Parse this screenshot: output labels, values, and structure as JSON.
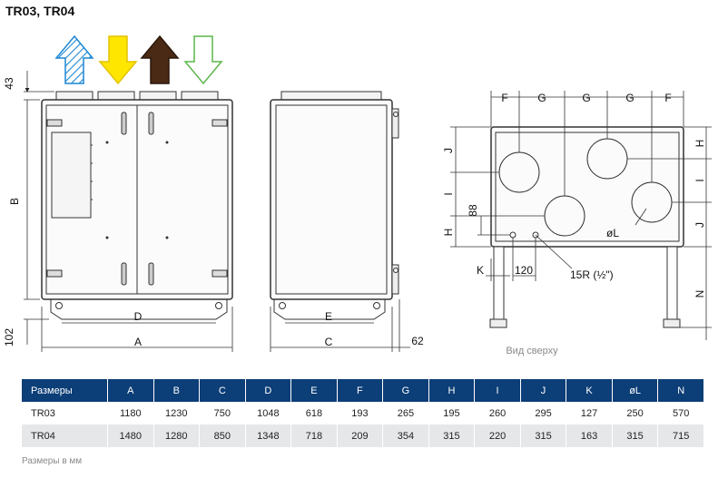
{
  "title": "TR03, TR04",
  "airflow_arrows": [
    {
      "direction": "up",
      "fill": "#9ec9ec",
      "stroke": "#1b86d3",
      "style": "hatched"
    },
    {
      "direction": "down",
      "fill": "#ffe600",
      "stroke": "#e3c200",
      "style": "solid"
    },
    {
      "direction": "up",
      "fill": "#4a2a14",
      "stroke": "#2b170b",
      "style": "solid"
    },
    {
      "direction": "down",
      "fill": "#ffffff",
      "stroke": "#5cb64a",
      "style": "outline"
    }
  ],
  "front_view": {
    "dim_top": "43",
    "dim_height": "B",
    "dim_bottom": "102",
    "dim_inner_width": "D",
    "dim_outer_width": "A"
  },
  "side_view": {
    "dim_inner_width": "E",
    "dim_outer_width": "C",
    "dim_offset": "62"
  },
  "top_view": {
    "top_labels": [
      "F",
      "G",
      "G",
      "G",
      "F"
    ],
    "left_labels": [
      "J",
      "I",
      "H",
      "88"
    ],
    "right_labels": [
      "H",
      "I",
      "J",
      "N"
    ],
    "dim_k": "K",
    "dim_120": "120",
    "port_label": "15R (½\")",
    "diameter_label": "øL",
    "caption": "Вид сверху"
  },
  "table": {
    "headers": [
      "Размеры",
      "A",
      "B",
      "C",
      "D",
      "E",
      "F",
      "G",
      "H",
      "I",
      "J",
      "K",
      "øL",
      "N"
    ],
    "rows": [
      [
        "TR03",
        "1180",
        "1230",
        "750",
        "1048",
        "618",
        "193",
        "265",
        "195",
        "260",
        "295",
        "127",
        "250",
        "570"
      ],
      [
        "TR04",
        "1480",
        "1280",
        "850",
        "1348",
        "718",
        "209",
        "354",
        "315",
        "220",
        "315",
        "163",
        "315",
        "715"
      ]
    ],
    "header_color": "#0c3e77",
    "stripe_color": "#e6e7e9"
  },
  "note": "Размеры в мм"
}
